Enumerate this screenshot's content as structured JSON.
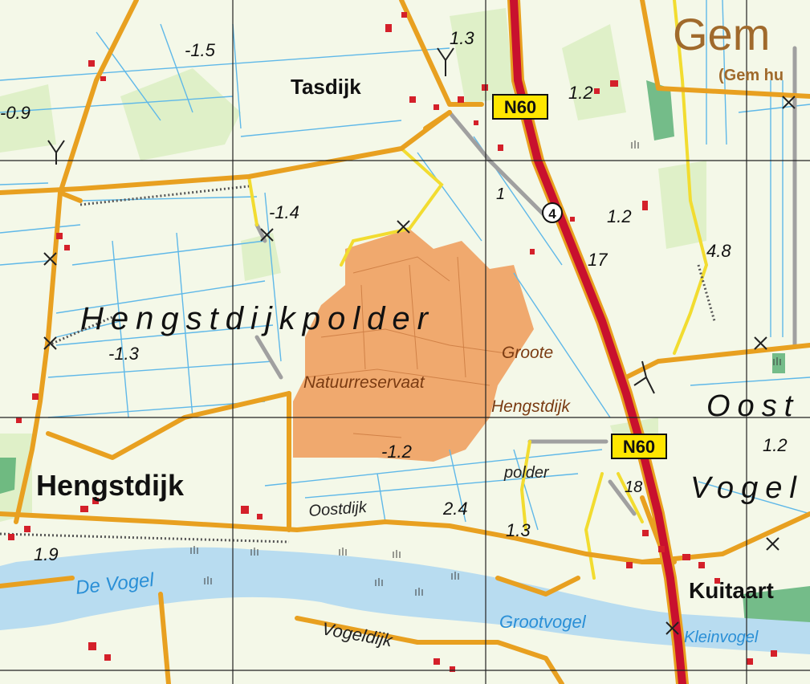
{
  "places": {
    "tasdijk": "Tasdijk",
    "hengstdijk": "Hengstdijk",
    "kuitaart": "Kuitaart",
    "gem": "Gem",
    "gem_sub": "(Gem hu"
  },
  "polders": {
    "hengstdijkpolder": "Hengstdijkpolder",
    "oost": "Oost",
    "vogel": "Vogel",
    "polder_word": "polder"
  },
  "reserve": {
    "natuurreservaat": "Natuurreservaat",
    "groote": "Groote",
    "hengstdijk_small": "Hengstdijk"
  },
  "roads": {
    "n60_top": "N60",
    "n60_bottom": "N60",
    "exit_4": "4",
    "oostdijk": "Oostdijk",
    "vogeldijk": "Vogeldijk"
  },
  "water": {
    "de_vogel": "De Vogel",
    "grootvogel": "Grootvogel",
    "kleinvogel": "Kleinvogel"
  },
  "spot_heights": {
    "h1": "-1.5",
    "h2": "-0.9",
    "h3": "1.3",
    "h4": "1.2",
    "h5": "-1.4",
    "h6": "1",
    "h7": "1.2",
    "h8": "17",
    "h9": "4.8",
    "h10": "-1.3",
    "h11": "-1.2",
    "h12": "1.2",
    "h13": "18",
    "h14": "2.4",
    "h15": "1.3",
    "h16": "1.9"
  },
  "colors": {
    "land": "#f4f8e8",
    "meadow": "#dff0c8",
    "reserve": "#f0a060",
    "water": "#b8dcf0",
    "ditch": "#5fb8e8",
    "road_main": "#c8102e",
    "road_secondary": "#e8a020",
    "road_minor": "#f2dc30",
    "road_service": "#a0a0a0",
    "grid": "#222222",
    "building": "#d4202a",
    "woods": "#4aa86a",
    "route_badge": "#ffe600"
  }
}
